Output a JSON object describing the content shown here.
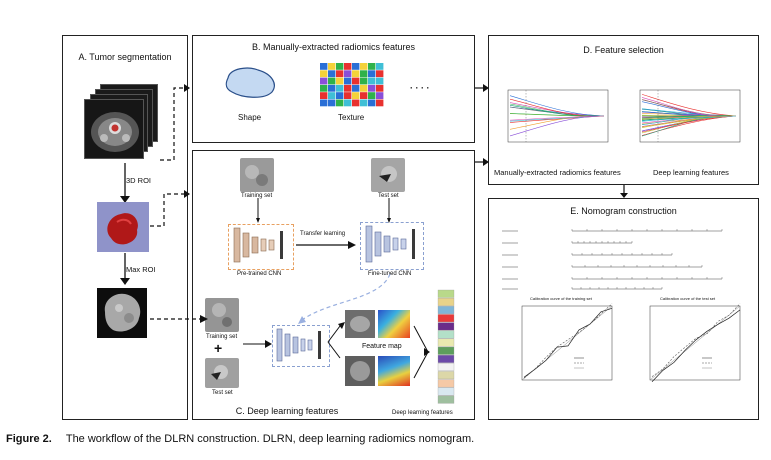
{
  "panels": {
    "a_title": "A. Tumor segmentation",
    "b_title": "B. Manually-extracted radiomics features",
    "c_title": "C. Deep learning features",
    "d_title": "D. Feature selection",
    "e_title": "E. Nomogram construction"
  },
  "segmentation": {
    "step1_label": "3D ROI",
    "step2_label": "Max ROI"
  },
  "manual": {
    "shape_label": "Shape",
    "texture_label": "Texture",
    "ellipsis": "· · · ·"
  },
  "deep": {
    "training_set_top": "Training set",
    "test_set_top": "Test set",
    "transfer_label": "Transfer learning",
    "pretrained_label": "Pre-trained CNN",
    "finetuned_label": "Fine-tuned CNN",
    "training_set_bottom": "Training set",
    "plus": "+",
    "test_set_bottom": "Test set",
    "feature_map_label": "Feature map",
    "dl_features_label": "Deep learning features"
  },
  "selection": {
    "manual_caption": "Manually-extracted radiomics features",
    "deep_caption": "Deep learning features"
  },
  "nomogram": {
    "train_cal_title": "Calibration curve of the training set",
    "test_cal_title": "Calibration curve of the test set"
  },
  "caption": {
    "label": "Figure 2.",
    "text": "The workflow of the DLRN construction. DLRN, deep learning radiomics nomogram."
  },
  "colors": {
    "texture_grid": [
      "#2fb24a",
      "#e8312f",
      "#2a6fd6",
      "#f4d23a",
      "#8a4fd8",
      "#3fbfd6"
    ],
    "feature_bar": [
      "#b9d98a",
      "#e8d38a",
      "#7fb6d8",
      "#e83a3a",
      "#6a2c8a",
      "#b3e0c8",
      "#e9e9b0",
      "#5d9e5d",
      "#6c4aa8",
      "#f2f2f2",
      "#dcd7a8",
      "#f5c9a6",
      "#d9e8f0",
      "#9fbf9f"
    ]
  }
}
